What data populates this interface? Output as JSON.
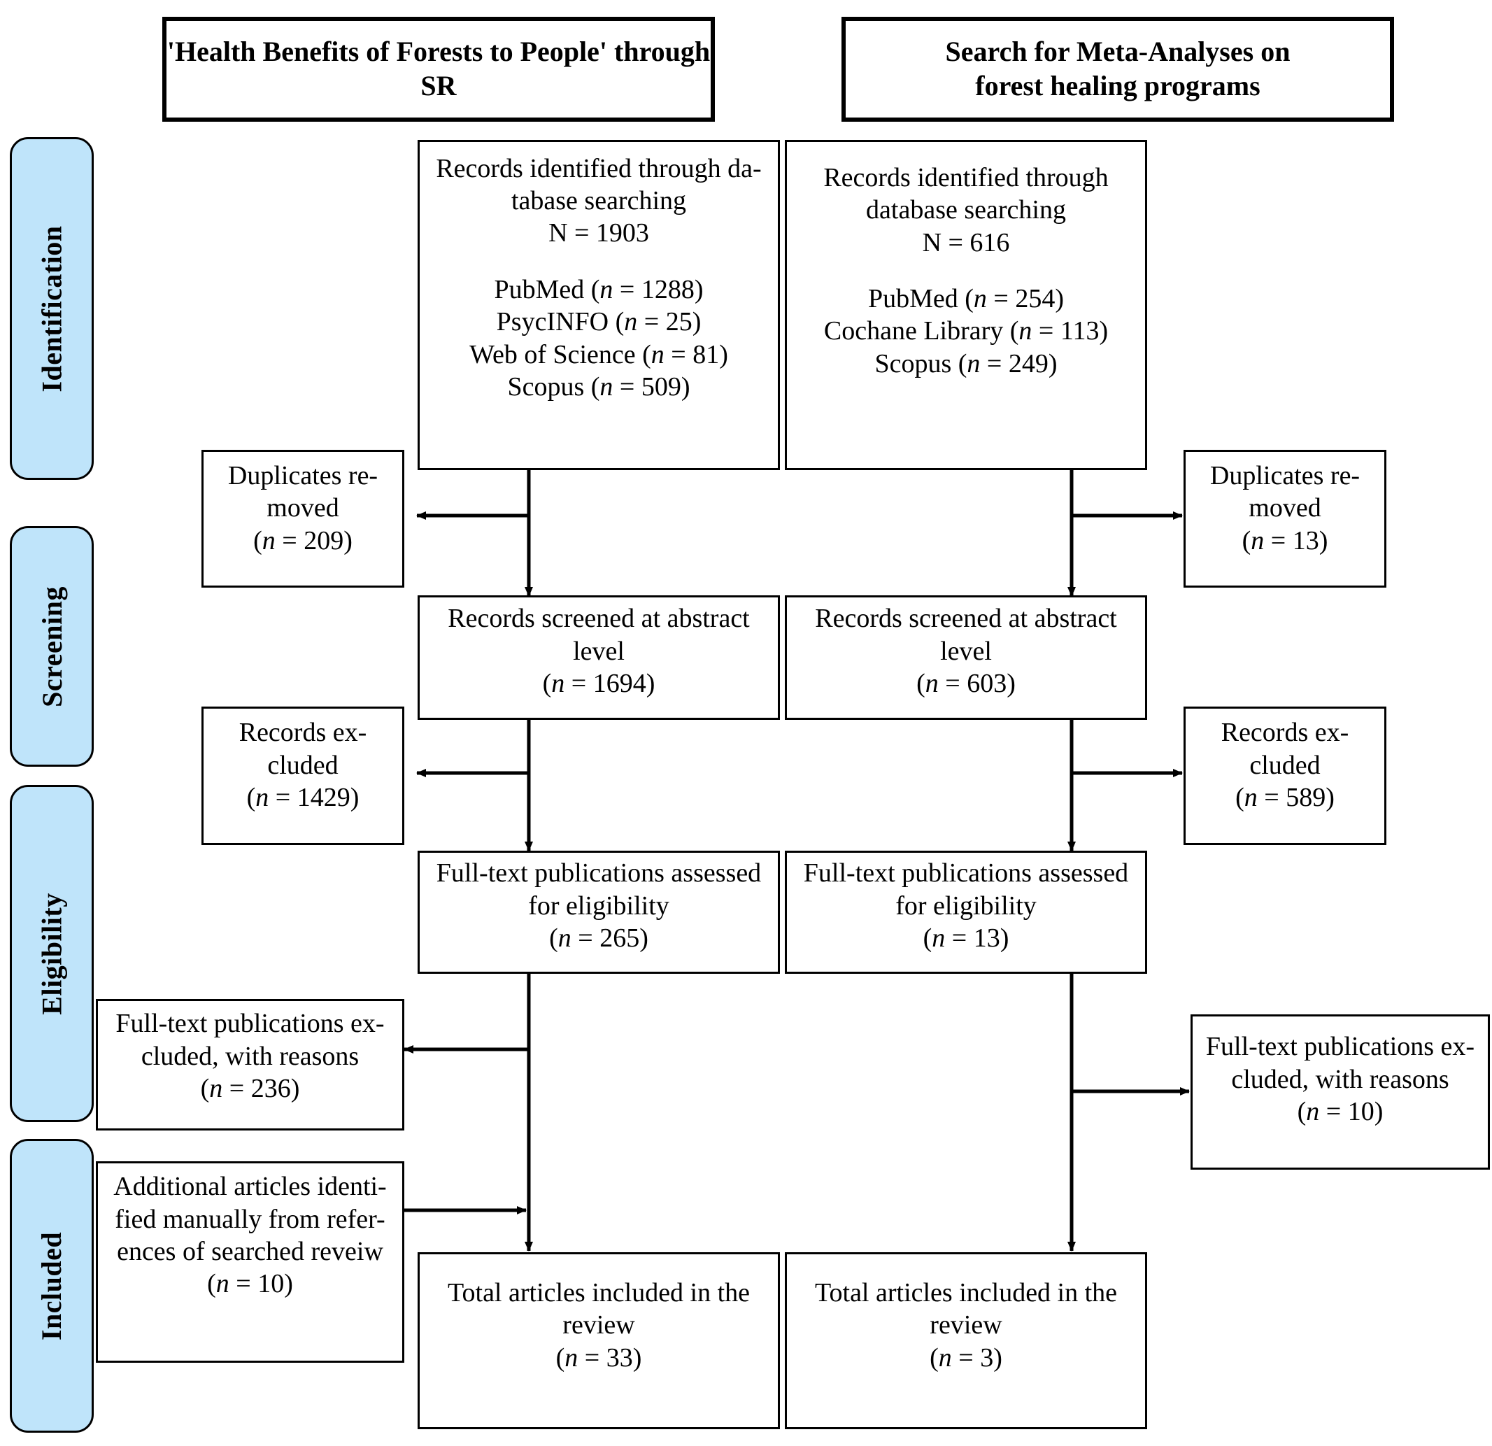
{
  "diagram": {
    "title": "PRISMA flow diagram",
    "type": "prisma-flow-diagram",
    "accent_color": "#bfe4fa",
    "line_color": "#000000"
  },
  "stages": [
    {
      "id": "identification",
      "label": "Identification"
    },
    {
      "id": "screening",
      "label": "Screening"
    },
    {
      "id": "eligibility",
      "label": "Eligibility"
    },
    {
      "id": "included",
      "label": "Included"
    }
  ],
  "columns": [
    {
      "id": "left",
      "header_line1": "'Health Benefits of Forests to People' through",
      "header_line2": "SR"
    },
    {
      "id": "right",
      "header_line1": "Search for Meta-Analyses on",
      "header_line2": "forest healing programs"
    }
  ],
  "left_column": {
    "identified": {
      "line1": "Records identified through da-",
      "line2": "tabase searching",
      "line3": "N = 1903",
      "sources": [
        {
          "name": "PubMed",
          "n_prefix": "(",
          "n_label": "n",
          "eq": " = ",
          "n": "1288",
          "n_suffix": ")"
        },
        {
          "name": "PsycINFO",
          "n_prefix": "(",
          "n_label": "n",
          "eq": " = ",
          "n": "25",
          "n_suffix": ")"
        },
        {
          "name": "Web of Science",
          "n_prefix": "(",
          "n_label": "n",
          "eq": " = ",
          "n": "81",
          "n_suffix": ")"
        },
        {
          "name": "Scopus",
          "n_prefix": "(",
          "n_label": "n",
          "eq": " = ",
          "n": "509",
          "n_suffix": ")"
        }
      ]
    },
    "duplicates": {
      "line1": "Duplicates re-",
      "line2": "moved",
      "n": "209"
    },
    "screened": {
      "line1": "Records screened at abstract",
      "line2": "level",
      "n": "1694"
    },
    "excluded": {
      "line1": "Records ex-",
      "line2": "cluded",
      "n": "1429"
    },
    "fulltext": {
      "line1": "Full-text publications assessed",
      "line2": "for eligibility",
      "n": "265"
    },
    "fulltext_excluded": {
      "line1": "Full-text publications ex-",
      "line2": "cluded, with reasons",
      "n": "236"
    },
    "additional": {
      "line1": "Additional articles identi-",
      "line2": "fied manually from refer-",
      "line3": "ences of searched reveiw",
      "n": "10"
    },
    "total": {
      "line1": "Total articles included in the",
      "line2": "review",
      "n": "33"
    }
  },
  "right_column": {
    "identified": {
      "line1": "Records identified through",
      "line2": "database searching",
      "line3": "N = 616",
      "sources": [
        {
          "name": "PubMed",
          "n_prefix": "(",
          "n_label": "n",
          "eq": " = ",
          "n": "254",
          "n_suffix": ")"
        },
        {
          "name": "Cochane Library",
          "n_prefix": "(",
          "n_label": "n",
          "eq": " = ",
          "n": "113",
          "n_suffix": ")"
        },
        {
          "name": "Scopus",
          "n_prefix": "(",
          "n_label": "n",
          "eq": " = ",
          "n": "249",
          "n_suffix": ")"
        }
      ]
    },
    "duplicates": {
      "line1": "Duplicates re-",
      "line2": "moved",
      "n": "13"
    },
    "screened": {
      "line1": "Records screened at abstract",
      "line2": "level",
      "n": "603"
    },
    "excluded": {
      "line1": "Records ex-",
      "line2": "cluded",
      "n": "589"
    },
    "fulltext": {
      "line1": "Full-text publications assessed",
      "line2": "for eligibility",
      "n": "13"
    },
    "fulltext_excluded": {
      "line1": "Full-text publications ex-",
      "line2": "cluded, with reasons",
      "n": "10"
    },
    "total": {
      "line1": "Total articles included in the",
      "line2": "review",
      "n": "3"
    }
  }
}
